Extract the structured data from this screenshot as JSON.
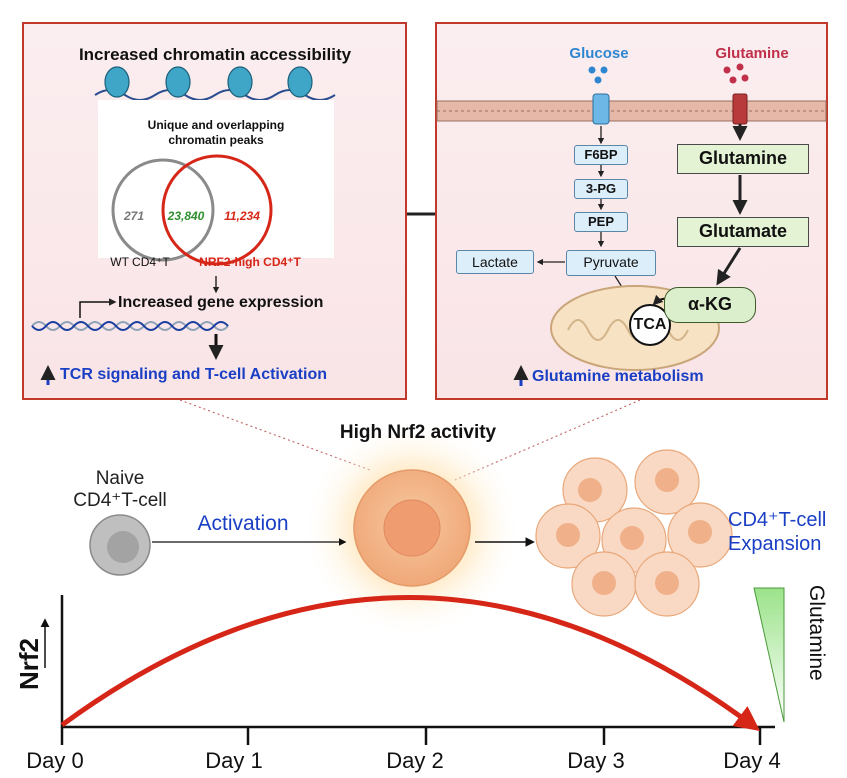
{
  "left_panel": {
    "title": "Increased chromatin accessibility",
    "venn": {
      "title_line1": "Unique and overlapping",
      "title_line2": "chromatin peaks",
      "wt_only": "271",
      "overlap": "23,840",
      "nrf2_only": "11,234",
      "wt_label": "WT CD4⁺T",
      "nrf2_label": "NRF2-high CD4⁺T"
    },
    "gene_expression": "Increased gene expression",
    "outcome": "TCR signaling and T-cell Activation"
  },
  "right_panel": {
    "glucose": "Glucose",
    "glutamine_top": "Glutamine",
    "glycolysis": [
      "F6BP",
      "3-PG",
      "PEP",
      "Pyruvate"
    ],
    "lactate": "Lactate",
    "glutamine_box": "Glutamine",
    "glutamate_box": "Glutamate",
    "akg": "α-KG",
    "tca": "TCA",
    "outcome": "Glutamine metabolism"
  },
  "middle": {
    "high_nrf2": "High Nrf2 activity",
    "naive_line1": "Naive",
    "naive_line2": "CD4⁺T-cell",
    "activation": "Activation",
    "expansion_line1": "CD4⁺T-cell",
    "expansion_line2": "Expansion"
  },
  "timeline": {
    "ylabel": "Nrf2",
    "days": [
      "Day 0",
      "Day 1",
      "Day 2",
      "Day 3",
      "Day 4"
    ],
    "glutamine_label": "Glutamine"
  },
  "colors": {
    "panel_border": "#c0392b",
    "glucose": "#2e86d1",
    "glutamine": "#c0304a",
    "highlight_blue": "#1a3fc4",
    "curve": "#d62617",
    "overlap_green": "#2f8f2f"
  }
}
